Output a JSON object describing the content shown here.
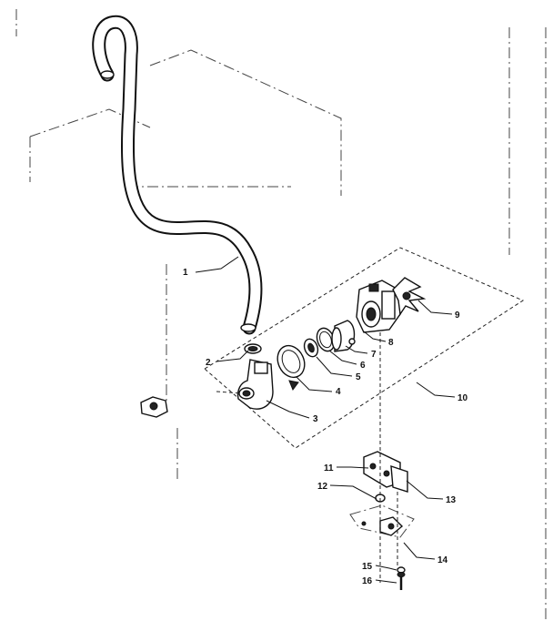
{
  "diagram": {
    "callouts": [
      "1",
      "2",
      "3",
      "4",
      "5",
      "6",
      "7",
      "8",
      "9",
      "10",
      "11",
      "12",
      "13",
      "14",
      "15",
      "16"
    ]
  },
  "colors": {
    "ink": "#111111",
    "paper": "#ffffff"
  }
}
